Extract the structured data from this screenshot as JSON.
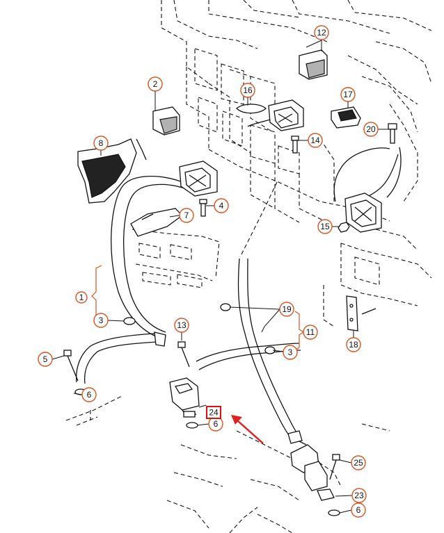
{
  "callouts": [
    {
      "id": "c12",
      "label": "12"
    },
    {
      "id": "c2",
      "label": "2"
    },
    {
      "id": "c16",
      "label": "16"
    },
    {
      "id": "c17",
      "label": "17"
    },
    {
      "id": "c8",
      "label": "8"
    },
    {
      "id": "c14",
      "label": "14"
    },
    {
      "id": "c20",
      "label": "20"
    },
    {
      "id": "c4",
      "label": "4"
    },
    {
      "id": "c7",
      "label": "7"
    },
    {
      "id": "c15",
      "label": "15"
    },
    {
      "id": "c3a",
      "label": "3"
    },
    {
      "id": "c13",
      "label": "13"
    },
    {
      "id": "c19",
      "label": "19"
    },
    {
      "id": "c11",
      "label": "11"
    },
    {
      "id": "c3b",
      "label": "3"
    },
    {
      "id": "c18",
      "label": "18"
    },
    {
      "id": "c5",
      "label": "5"
    },
    {
      "id": "c6a",
      "label": "6"
    },
    {
      "id": "c6b",
      "label": "6"
    },
    {
      "id": "c25",
      "label": "25"
    },
    {
      "id": "c23",
      "label": "23"
    },
    {
      "id": "c6c",
      "label": "6"
    }
  ],
  "bracket_label": "1",
  "highlighted_part": "24",
  "colors": {
    "callout_ring": "#d9541e",
    "highlight": "#e01010",
    "line_art": "#111111"
  }
}
